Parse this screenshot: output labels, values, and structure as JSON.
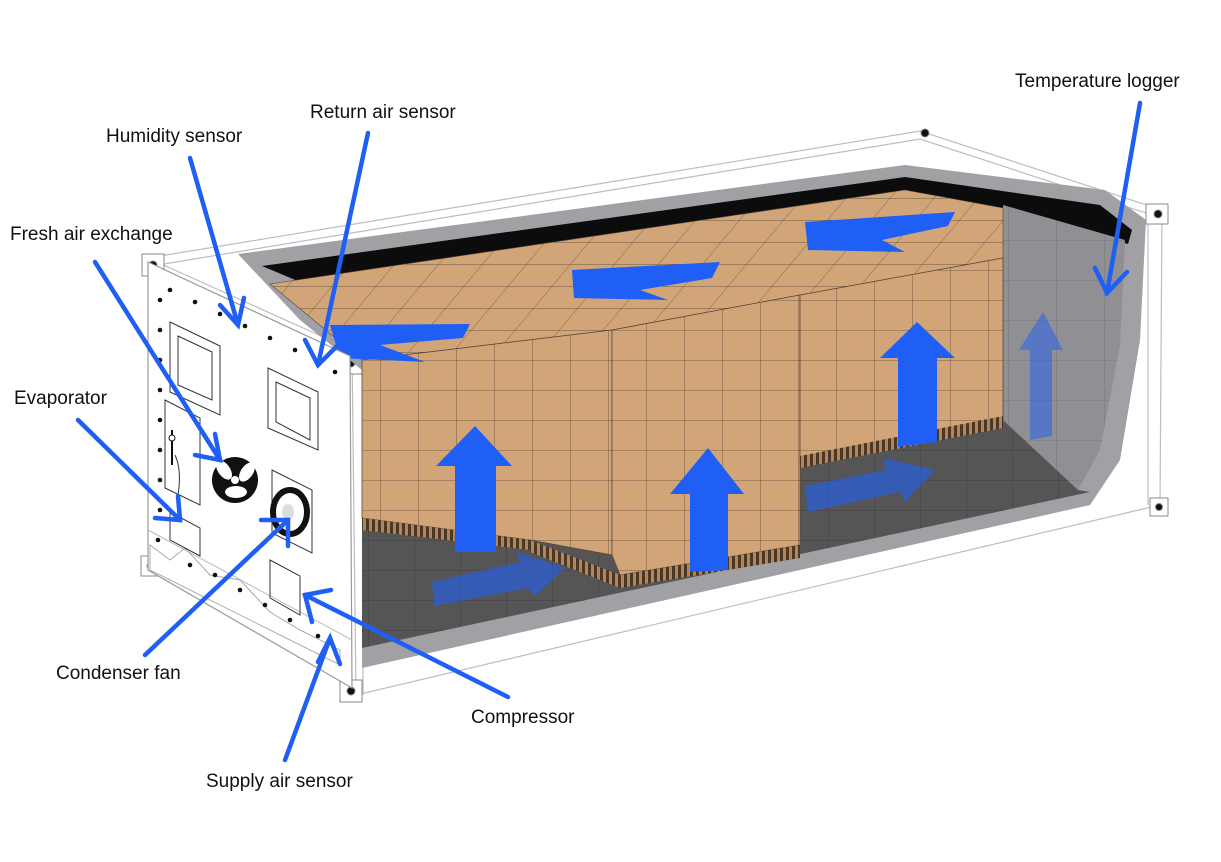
{
  "colors": {
    "arrow": "#1f5ff5",
    "cargo": "#d2a578",
    "cargo_line": "#5a4636",
    "floor": "#555555",
    "wall": "#9b9ba0",
    "roof": "#0c0c0c",
    "ink": "#111111"
  },
  "labels": {
    "temperature_logger": "Temperature logger",
    "return_air_sensor": "Return air sensor",
    "humidity_sensor": "Humidity sensor",
    "fresh_air_exchange": "Fresh air exchange",
    "evaporator": "Evaporator",
    "condenser_fan": "Condenser fan",
    "compressor": "Compressor",
    "supply_air_sensor": "Supply air sensor"
  },
  "icons": {
    "fan": "fan-icon",
    "compressor_ring": "compressor-icon"
  }
}
